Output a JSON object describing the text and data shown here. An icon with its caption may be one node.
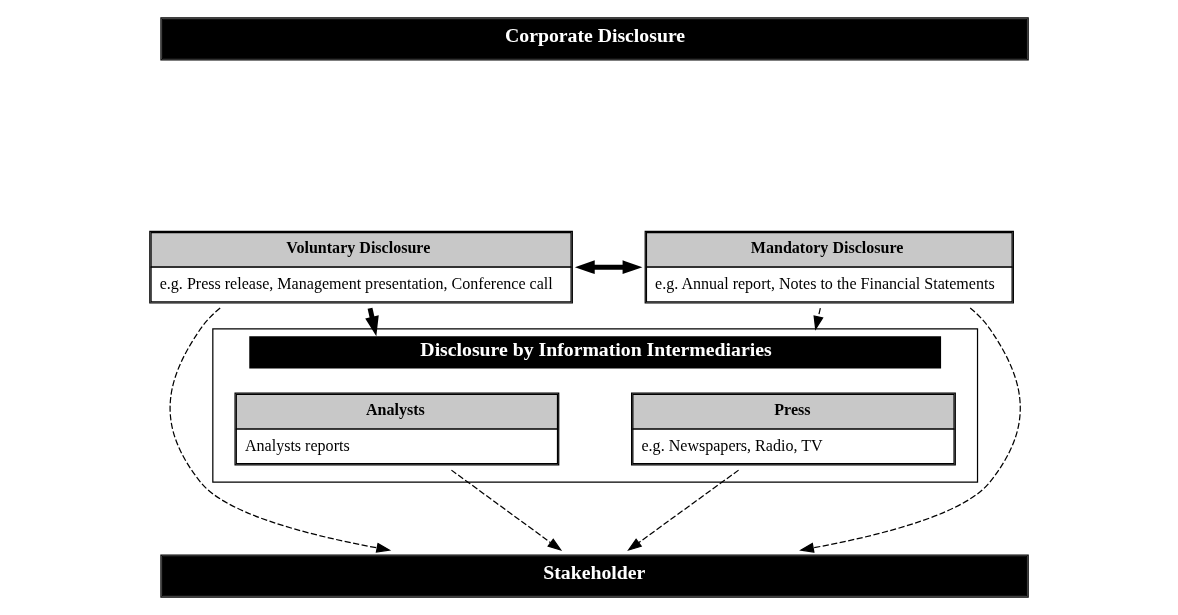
{
  "diagram": {
    "nodes": [
      {
        "text": [
          "Corporate Disclosure"
        ]
      },
      {
        "text": [
          "Voluntary Disclosure",
          "e.g. Press release, Management presentation, Conference call"
        ]
      },
      {
        "text": [
          "Mandatory Disclosure",
          "e.g. Annual report, Notes to the Financial Statements"
        ]
      },
      {
        "text": [
          "Disclosure by Information Intermediaries"
        ]
      },
      {
        "text": [
          "Analysts",
          "Analysts reports"
        ],
        "in": 3
      },
      {
        "text": [
          "Press",
          "e.g. Newspapers, Radio, TV"
        ],
        "in": 3
      },
      {
        "text": [
          "Stakeholder"
        ]
      }
    ],
    "edges": [
      {
        "from": 1,
        "to": 2,
        "arrow": "both",
        "style": "thick"
      },
      {
        "from": 1,
        "to": 3,
        "arrow": "to",
        "style": "thick"
      },
      {
        "from": 2,
        "to": 3,
        "arrow": "to",
        "style": "dashed"
      },
      {
        "from": 1,
        "to": 6,
        "arrow": "to",
        "style": "dashed"
      },
      {
        "from": 4,
        "to": 6,
        "arrow": "to",
        "style": "dashed"
      },
      {
        "from": 5,
        "to": 6,
        "arrow": "to",
        "style": "dashed"
      },
      {
        "from": 2,
        "to": 6,
        "arrow": "to",
        "style": "dashed"
      }
    ]
  }
}
